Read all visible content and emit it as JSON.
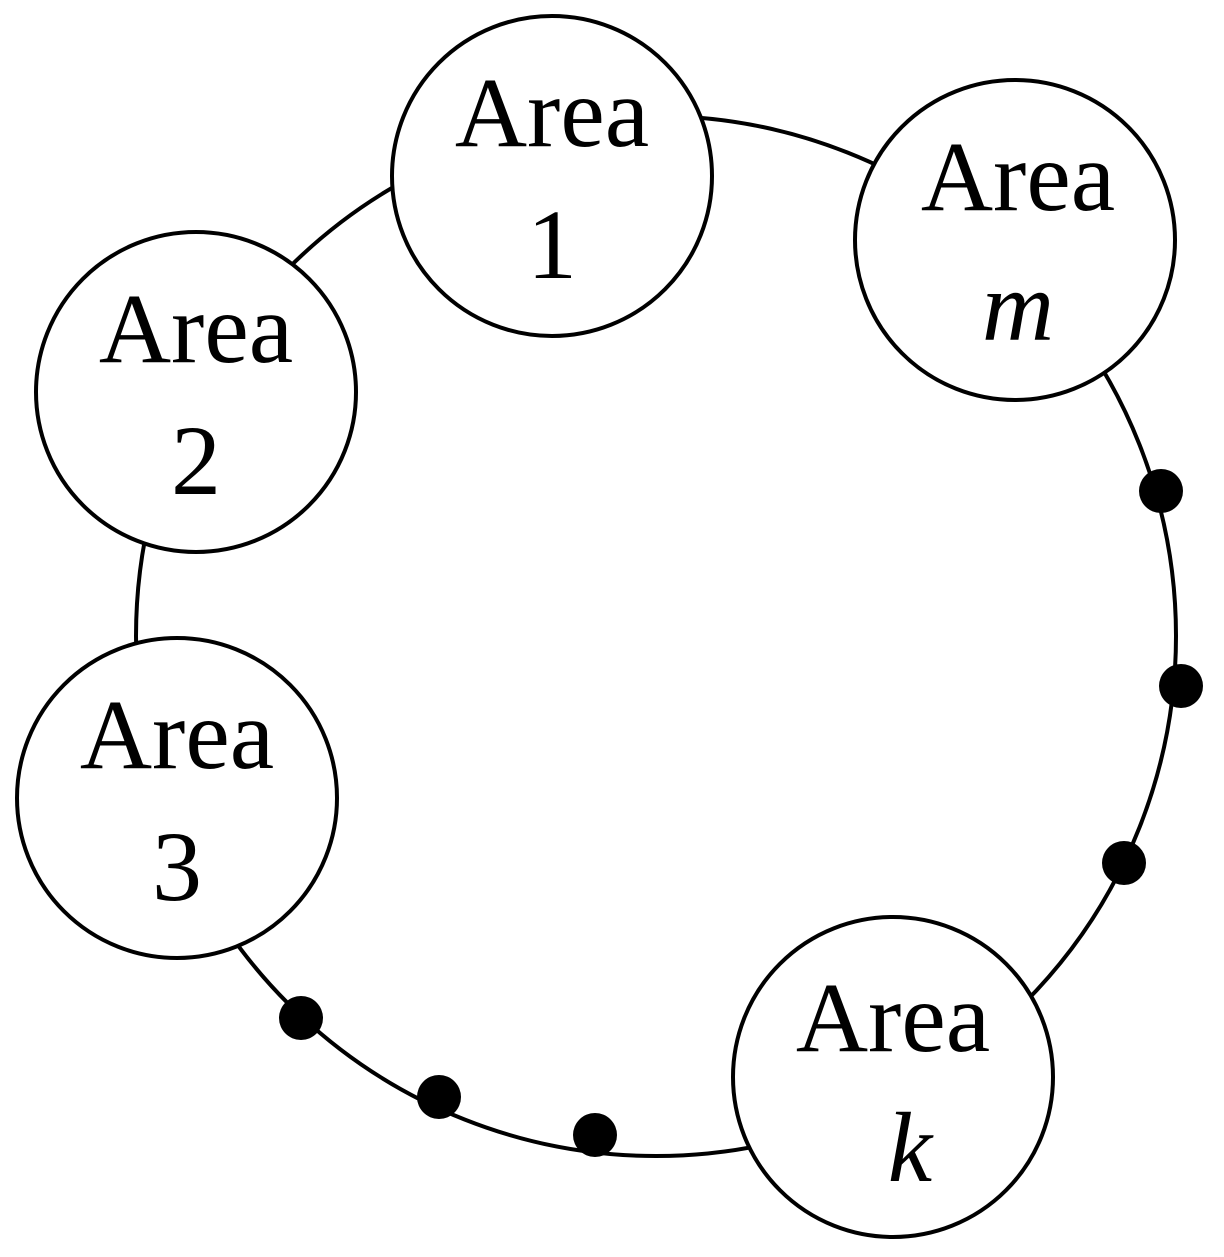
{
  "colors": {
    "stroke": "#000000",
    "fill": "#ffffff",
    "dot": "#000000"
  },
  "nodes": [
    {
      "id": "area-1",
      "word": "Area",
      "index": "1",
      "index_italic": false
    },
    {
      "id": "area-2",
      "word": "Area",
      "index": "2",
      "index_italic": false
    },
    {
      "id": "area-3",
      "word": "Area",
      "index": "3",
      "index_italic": false
    },
    {
      "id": "area-k",
      "word": "Area",
      "index": "k",
      "index_italic": true
    },
    {
      "id": "area-m",
      "word": "Area",
      "index": "m",
      "index_italic": true
    }
  ],
  "ellipsis_groups": [
    {
      "between": [
        "area-3",
        "area-k"
      ],
      "dot_count": 3
    },
    {
      "between": [
        "area-k",
        "area-m"
      ],
      "dot_count": 3
    }
  ]
}
